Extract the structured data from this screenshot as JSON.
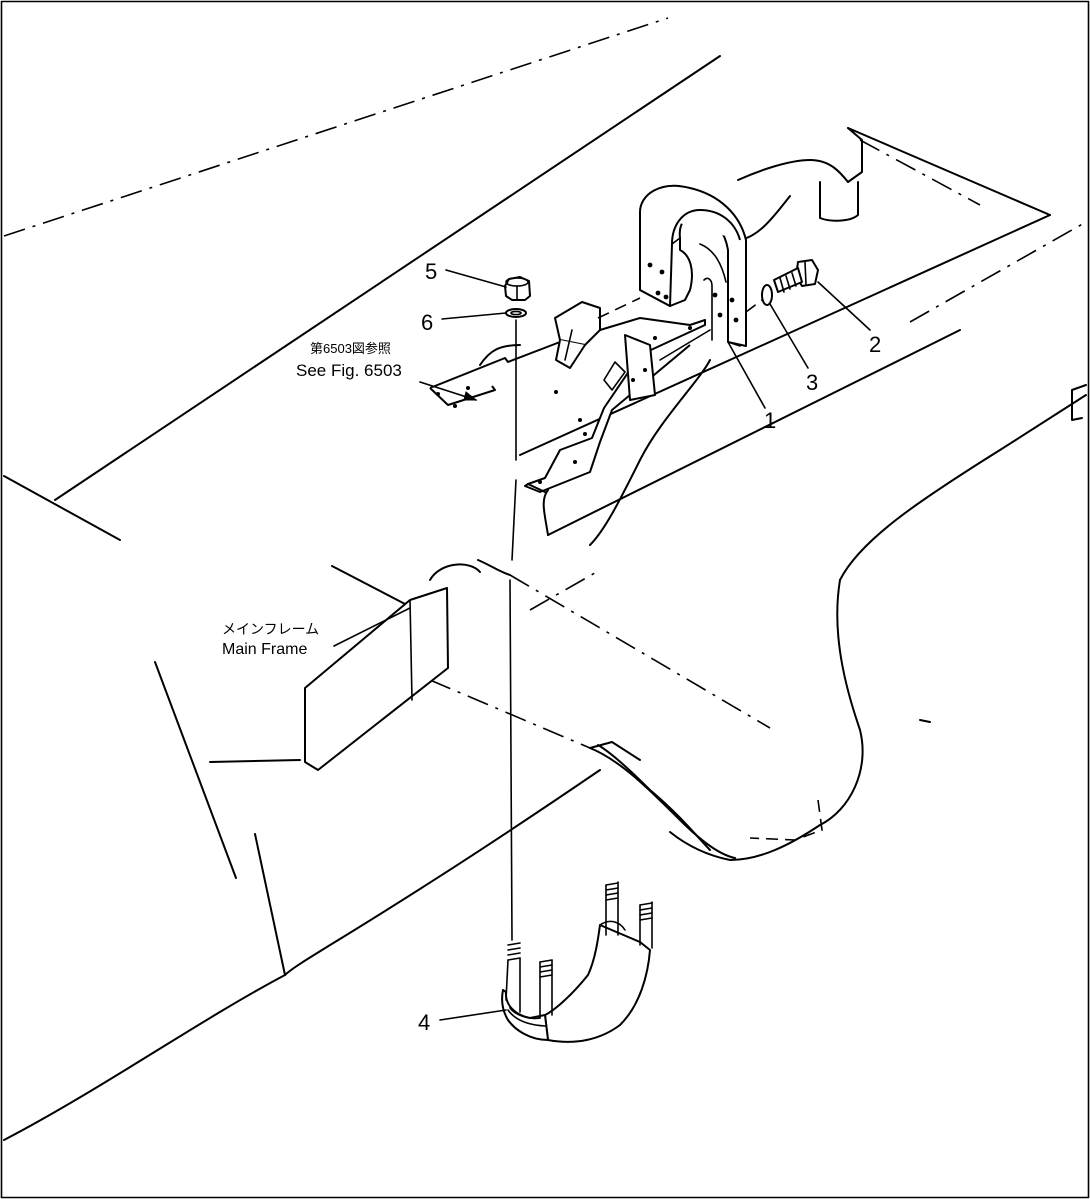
{
  "callouts": [
    {
      "id": "1",
      "text": "1"
    },
    {
      "id": "2",
      "text": "2"
    },
    {
      "id": "3",
      "text": "3"
    },
    {
      "id": "4",
      "text": "4"
    },
    {
      "id": "5",
      "text": "5"
    },
    {
      "id": "6",
      "text": "6"
    }
  ],
  "labels": {
    "ref_ja": "第6503図参照",
    "ref_en": "See Fig. 6503",
    "frame_ja": "メインフレーム",
    "frame_en": "Main Frame"
  }
}
